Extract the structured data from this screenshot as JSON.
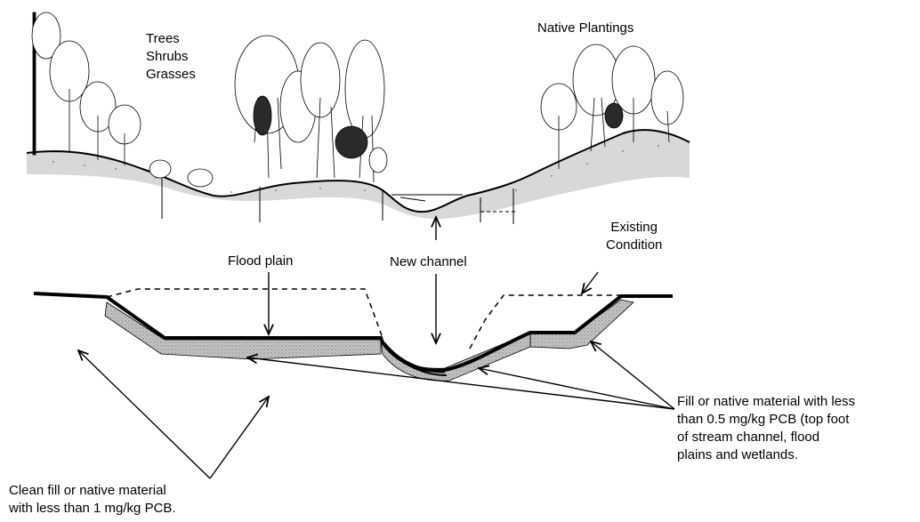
{
  "labels": {
    "plants_left": "Trees\nShrubs\nGrasses",
    "plants_right": "Native Plantings",
    "existing_condition": "Existing\nCondition",
    "flood_plain": "Flood plain",
    "new_channel": "New channel",
    "fill_low_pcb": "Fill or native material with less\nthan 0.5 mg/kg PCB (top foot\nof stream channel, flood\nplains and wetlands.",
    "clean_fill": "Clean fill or native material\nwith less than 1 mg/kg PCB."
  },
  "colors": {
    "ink": "#000000",
    "fill_layer": "#b9b9b9",
    "foliage": "#2a2a2a",
    "background": "#ffffff"
  }
}
